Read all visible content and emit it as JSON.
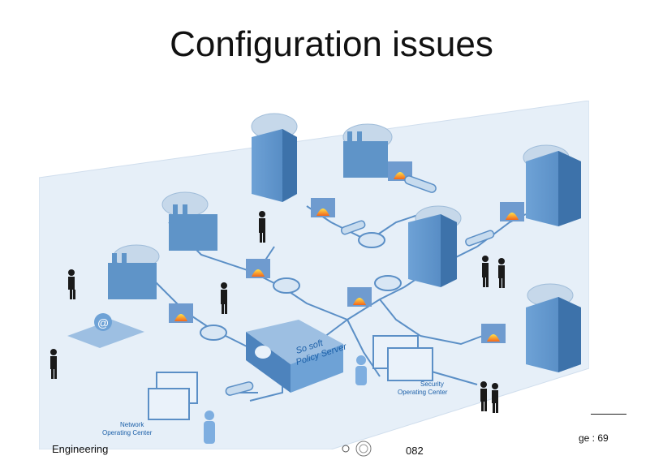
{
  "slide": {
    "title": "Configuration issues",
    "footer_left": "Engineering",
    "footer_mid": "082",
    "footer_right": "ge : 69"
  },
  "illustration": {
    "policy_server_label_1": "So soft",
    "policy_server_label_2": "Policy Server",
    "security_center_label_1": "Security",
    "security_center_label_2": "Operating Center",
    "network_center_label_1": "Network",
    "network_center_label_2": "Operating Center"
  },
  "colors": {
    "building": "#5f94c8",
    "building_dark": "#3d72aa",
    "floor": "#dde9f4",
    "link": "#5b8fc6",
    "firewall": "#6f9bcf",
    "fire": "#f57a1e",
    "cloud": "#c6d8ea",
    "label": "#1b5fa8"
  }
}
